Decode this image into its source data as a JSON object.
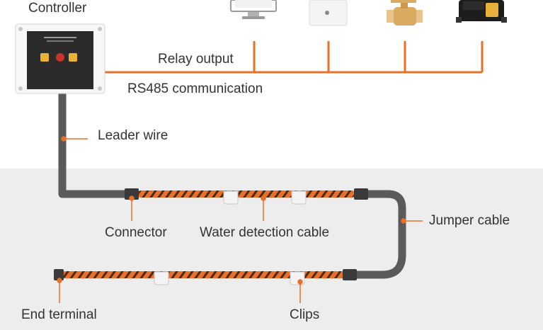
{
  "labels": {
    "controller": "Controller",
    "relay_output": "Relay output",
    "rs485": "RS485 communication",
    "leader_wire": "Leader wire",
    "connector": "Connector",
    "water_detection_cable": "Water detection cable",
    "jumper_cable": "Jumper cable",
    "end_terminal": "End terminal",
    "clips": "Clips"
  },
  "colors": {
    "accent_orange": "#e8702a",
    "lead_gray": "#5a5a5a",
    "panel_bg": "#ededed",
    "text": "#333333"
  },
  "devices": [
    {
      "icon": "monitor-icon"
    },
    {
      "icon": "wall-box-icon"
    },
    {
      "icon": "valve-icon"
    },
    {
      "icon": "alarm-module-icon"
    }
  ]
}
